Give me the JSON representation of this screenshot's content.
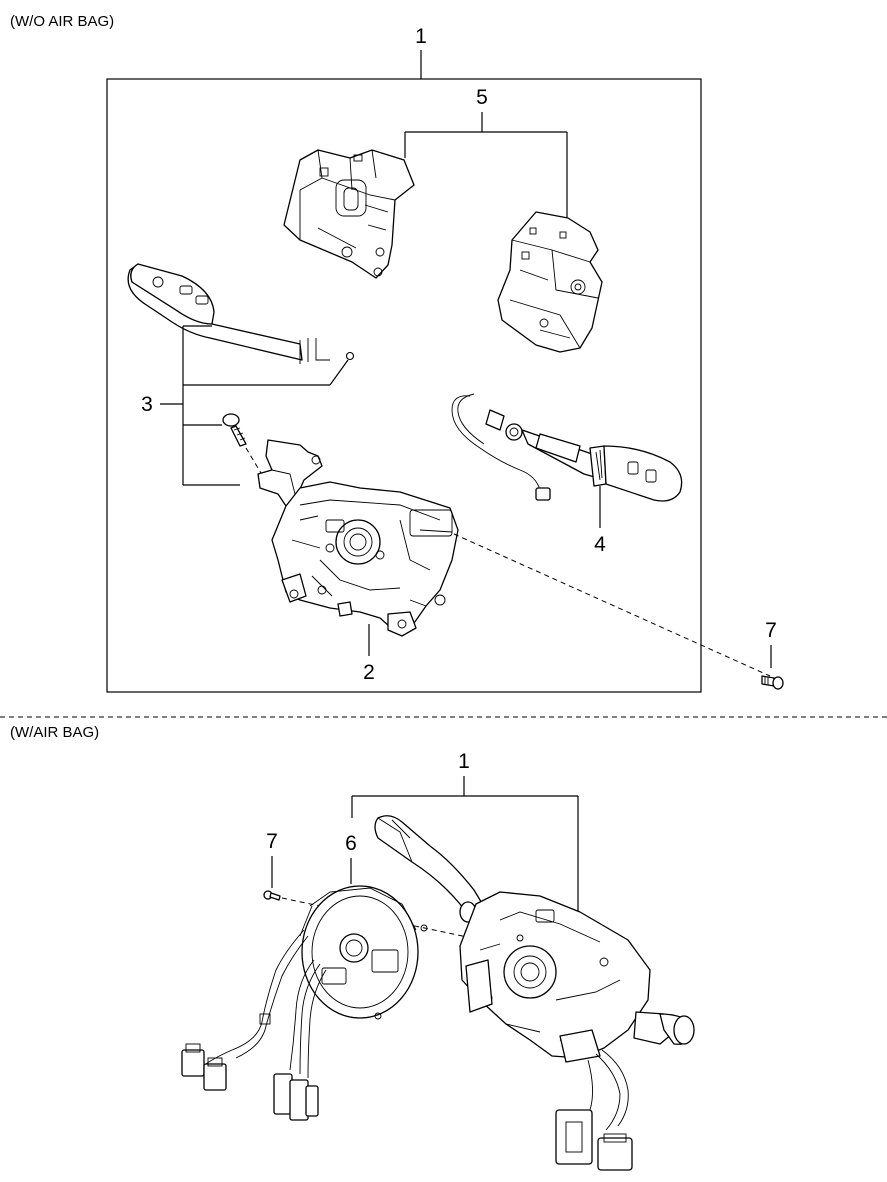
{
  "sections": {
    "without_airbag": {
      "label": "(W/O AIR BAG)",
      "callouts": {
        "assembly": "1",
        "body": "2",
        "lever_set": "3",
        "wiper_lever": "4",
        "switch_pair": "5",
        "screw": "7"
      }
    },
    "with_airbag": {
      "label": "(W/AIR BAG)",
      "callouts": {
        "assembly": "1",
        "clock_spring": "6",
        "screw": "7"
      }
    }
  }
}
